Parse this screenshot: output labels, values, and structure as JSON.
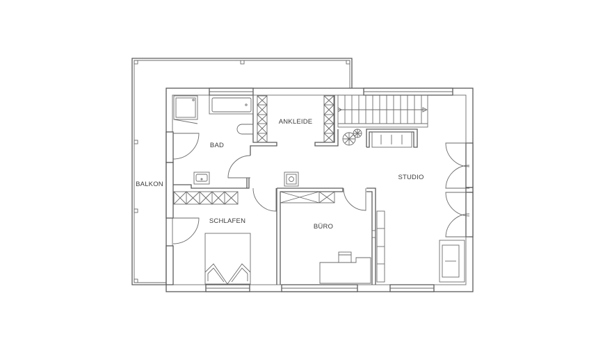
{
  "rooms": {
    "balkon": "BALKON",
    "bad": "BAD",
    "ankleide": "ANKLEIDE",
    "studio": "STUDIO",
    "schlafen": "SCHLAFEN",
    "buero": "BÜRO"
  },
  "colors": {
    "line": "#5a5a5a",
    "background": "#ffffff"
  }
}
